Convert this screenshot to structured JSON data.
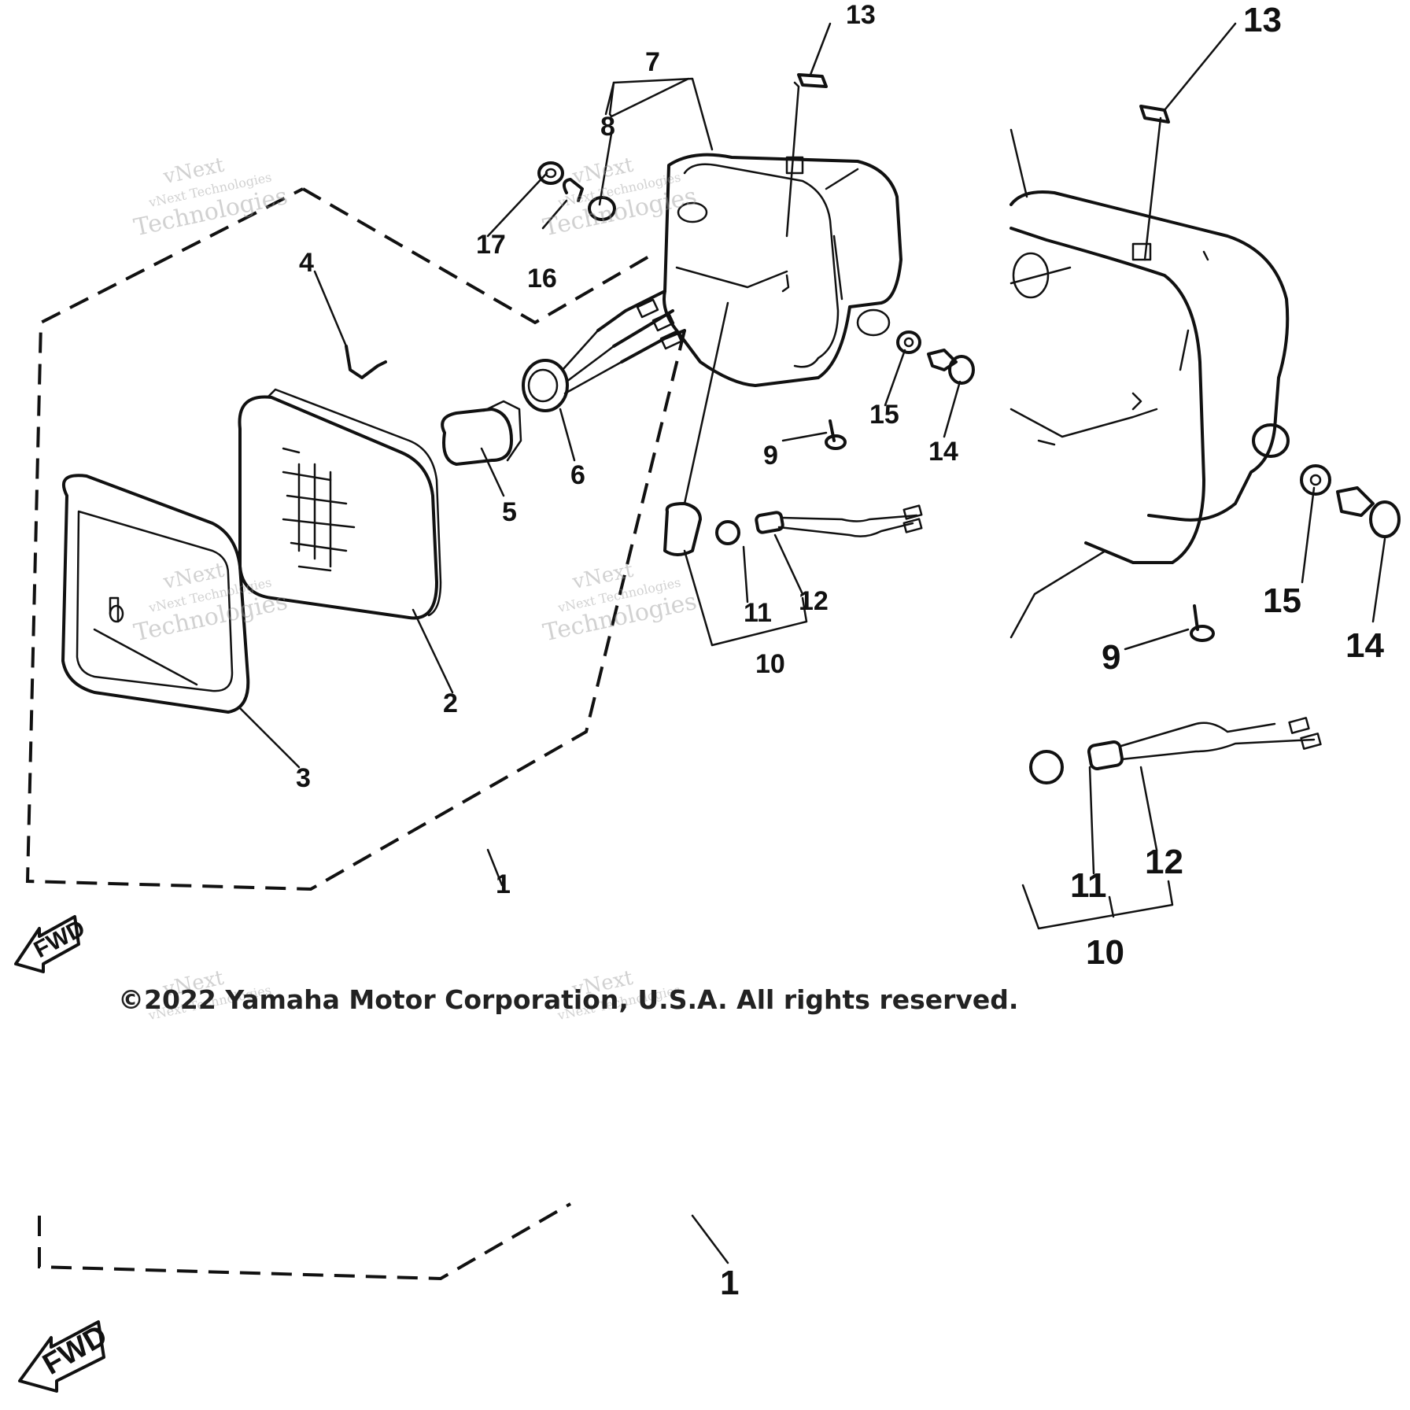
{
  "diagram": {
    "parts": [
      {
        "id": "1",
        "label": "1"
      },
      {
        "id": "2",
        "label": "2"
      },
      {
        "id": "3",
        "label": "3"
      },
      {
        "id": "4",
        "label": "4"
      },
      {
        "id": "5",
        "label": "5"
      },
      {
        "id": "6",
        "label": "6"
      },
      {
        "id": "7",
        "label": "7"
      },
      {
        "id": "8",
        "label": "8"
      },
      {
        "id": "9",
        "label": "9"
      },
      {
        "id": "10",
        "label": "10"
      },
      {
        "id": "11",
        "label": "11"
      },
      {
        "id": "12",
        "label": "12"
      },
      {
        "id": "13",
        "label": "13"
      },
      {
        "id": "14",
        "label": "14"
      },
      {
        "id": "15",
        "label": "15"
      },
      {
        "id": "16",
        "label": "16"
      },
      {
        "id": "17",
        "label": "17"
      }
    ],
    "fwd_label": "FWD",
    "copyright": "©2022 Yamaha Motor Corporation, U.S.A. All rights reserved.",
    "watermark_line1": "vNext Technologies",
    "watermark_line2": "Technologies",
    "watermark_top": "vNext"
  }
}
